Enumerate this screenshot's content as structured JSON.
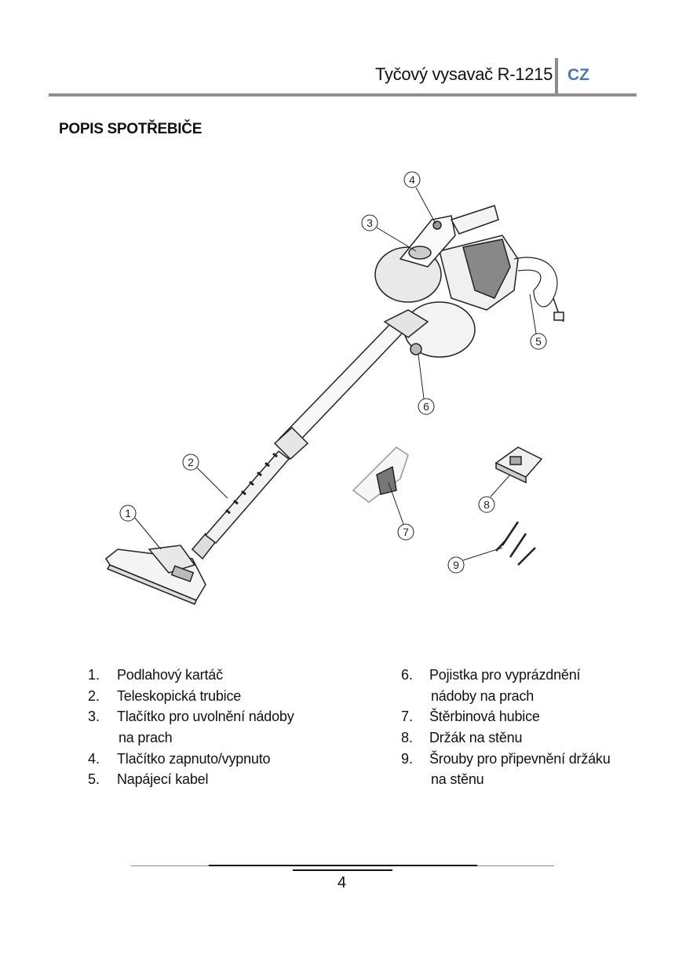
{
  "header": {
    "title": "Tyčový vysavač R-1215",
    "language": "CZ",
    "accent_color": "#4a78b5"
  },
  "section_title": "POPIS SPOTŘEBIČE",
  "diagram": {
    "callouts": [
      "1",
      "2",
      "3",
      "4",
      "5",
      "6",
      "7",
      "8",
      "9"
    ]
  },
  "parts_left": [
    {
      "num": "1.",
      "lines": [
        "Podlahový kartáč"
      ]
    },
    {
      "num": "2.",
      "lines": [
        "Teleskopická trubice"
      ]
    },
    {
      "num": "3.",
      "lines": [
        "Tlačítko pro uvolnění nádoby",
        "na prach"
      ]
    },
    {
      "num": "4.",
      "lines": [
        "Tlačítko zapnuto/vypnuto"
      ]
    },
    {
      "num": "5.",
      "lines": [
        "Napájecí kabel"
      ]
    }
  ],
  "parts_right": [
    {
      "num": "6.",
      "lines": [
        "Pojistka pro vyprázdnění",
        "nádoby na prach"
      ]
    },
    {
      "num": "7.",
      "lines": [
        "Štěrbinová hubice"
      ]
    },
    {
      "num": "8.",
      "lines": [
        "Držák na stěnu"
      ]
    },
    {
      "num": "9.",
      "lines": [
        "Šrouby pro připevnění držáku",
        "na stěnu"
      ]
    }
  ],
  "footer": {
    "page_number": "4"
  }
}
